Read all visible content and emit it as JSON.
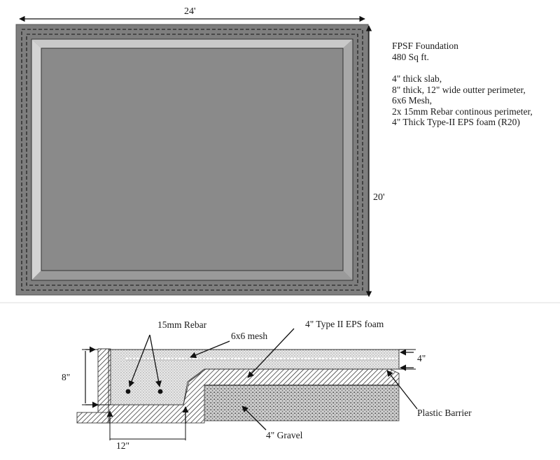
{
  "plan": {
    "width_dim": "24'",
    "height_dim": "20'"
  },
  "notes": {
    "title": "FPSF Foundation",
    "area": "480 Sq ft.",
    "specs": [
      "4\" thick slab,",
      "8\" thick, 12\" wide outter perimeter,",
      "6x6 Mesh,",
      "2x 15mm Rebar continous perimeter,",
      "4\" Thick Type-II EPS foam (R20)"
    ]
  },
  "section": {
    "rebar_label": "15mm Rebar",
    "mesh_label": "6x6 mesh",
    "eps_label": "4\" Type II EPS foam",
    "slab_dim": "4\"",
    "depth_dim": "8\"",
    "barrier_label": "Plastic Barrier",
    "width_dim": "12\"",
    "gravel_label": "4\" Gravel"
  },
  "colors": {
    "slab_gray": "#7e7e7e",
    "inner_gray": "#8a8a8a",
    "concrete": "#e6e6e6",
    "gravel": "#bdbdbd"
  }
}
